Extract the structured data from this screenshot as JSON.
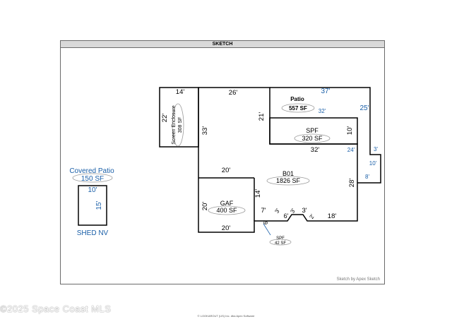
{
  "sheet": {
    "header": "SKETCH",
    "credit": "Sketch by Apex Sketch"
  },
  "footer": {
    "copyright": "©2025 Space Coast MLS",
    "note": "© LOOKAROUT (US) Inc. dba Apex Software"
  },
  "areas": [
    {
      "code": "Screen Enclosure",
      "sf": "308 SF"
    },
    {
      "code": "Patio",
      "sf": "557 SF"
    },
    {
      "code": "SPF",
      "sf": "320 SF"
    },
    {
      "code": "B01",
      "sf": "1826 SF"
    },
    {
      "code": "GAF",
      "sf": "400 SF"
    },
    {
      "code": "SPF",
      "sf": "42 SF"
    },
    {
      "code": "Covered Patio",
      "sf": "150 SF"
    },
    {
      "code": "SHED NV",
      "sf": ""
    }
  ],
  "dimensions": {
    "black": [
      "14'",
      "26'",
      "22'",
      "33'",
      "21'",
      "10'",
      "32'",
      "20'",
      "14'",
      "28'",
      "20'",
      "7'",
      "3'",
      "6'",
      "3'",
      "3'",
      "2'",
      "18'",
      "6'",
      "20'"
    ],
    "blue": [
      "37'",
      "25'",
      "32'",
      "24'",
      "3'",
      "10'",
      "8'",
      "10'",
      "15'"
    ]
  },
  "colors": {
    "line": "#000000",
    "accent_blue": "#1a5fa8",
    "header_bg": "#d9d9d9",
    "ellipse_stroke": "#9a9a9a"
  }
}
